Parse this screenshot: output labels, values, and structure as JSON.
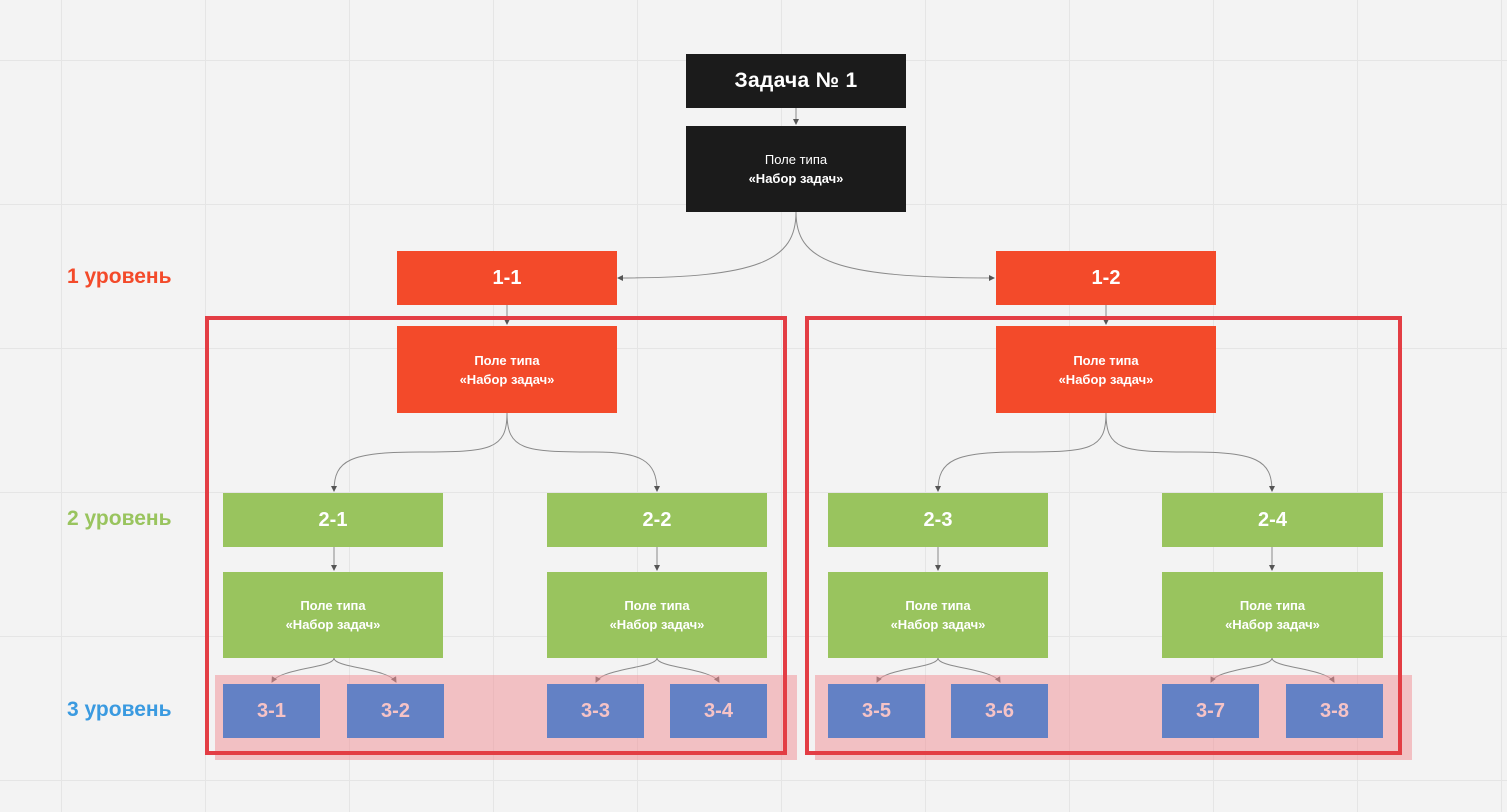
{
  "diagram": {
    "root": {
      "title": "Задача № 1",
      "field": {
        "line1": "Поле типа",
        "line2": "«Набор задач»"
      }
    },
    "levels": [
      {
        "label": "1 уровень",
        "color": "#f34a2a"
      },
      {
        "label": "2 уровень",
        "color": "#99c45e"
      },
      {
        "label": "3 уровень",
        "color": "#3a9ae0"
      }
    ],
    "level1": [
      {
        "id": "1-1",
        "field": {
          "line1": "Поле типа",
          "line2": "«Набор задач»"
        }
      },
      {
        "id": "1-2",
        "field": {
          "line1": "Поле типа",
          "line2": "«Набор задач»"
        }
      }
    ],
    "level2": [
      {
        "id": "2-1",
        "field": {
          "line1": "Поле типа",
          "line2": "«Набор задач»"
        }
      },
      {
        "id": "2-2",
        "field": {
          "line1": "Поле типа",
          "line2": "«Набор задач»"
        }
      },
      {
        "id": "2-3",
        "field": {
          "line1": "Поле типа",
          "line2": "«Набор задач»"
        }
      },
      {
        "id": "2-4",
        "field": {
          "line1": "Поле типа",
          "line2": "«Набор задач»"
        }
      }
    ],
    "level3": [
      {
        "id": "3-1"
      },
      {
        "id": "3-2"
      },
      {
        "id": "3-3"
      },
      {
        "id": "3-4"
      },
      {
        "id": "3-5"
      },
      {
        "id": "3-6"
      },
      {
        "id": "3-7"
      },
      {
        "id": "3-8"
      }
    ],
    "colors": {
      "root": "#1b1b1b",
      "level1": "#f34a2a",
      "level2": "#99c45e",
      "level3": "#6381c5",
      "level3_text": "#f6c3c6",
      "group_frame": "#e33d44",
      "connector": "#8a8a8a"
    }
  }
}
